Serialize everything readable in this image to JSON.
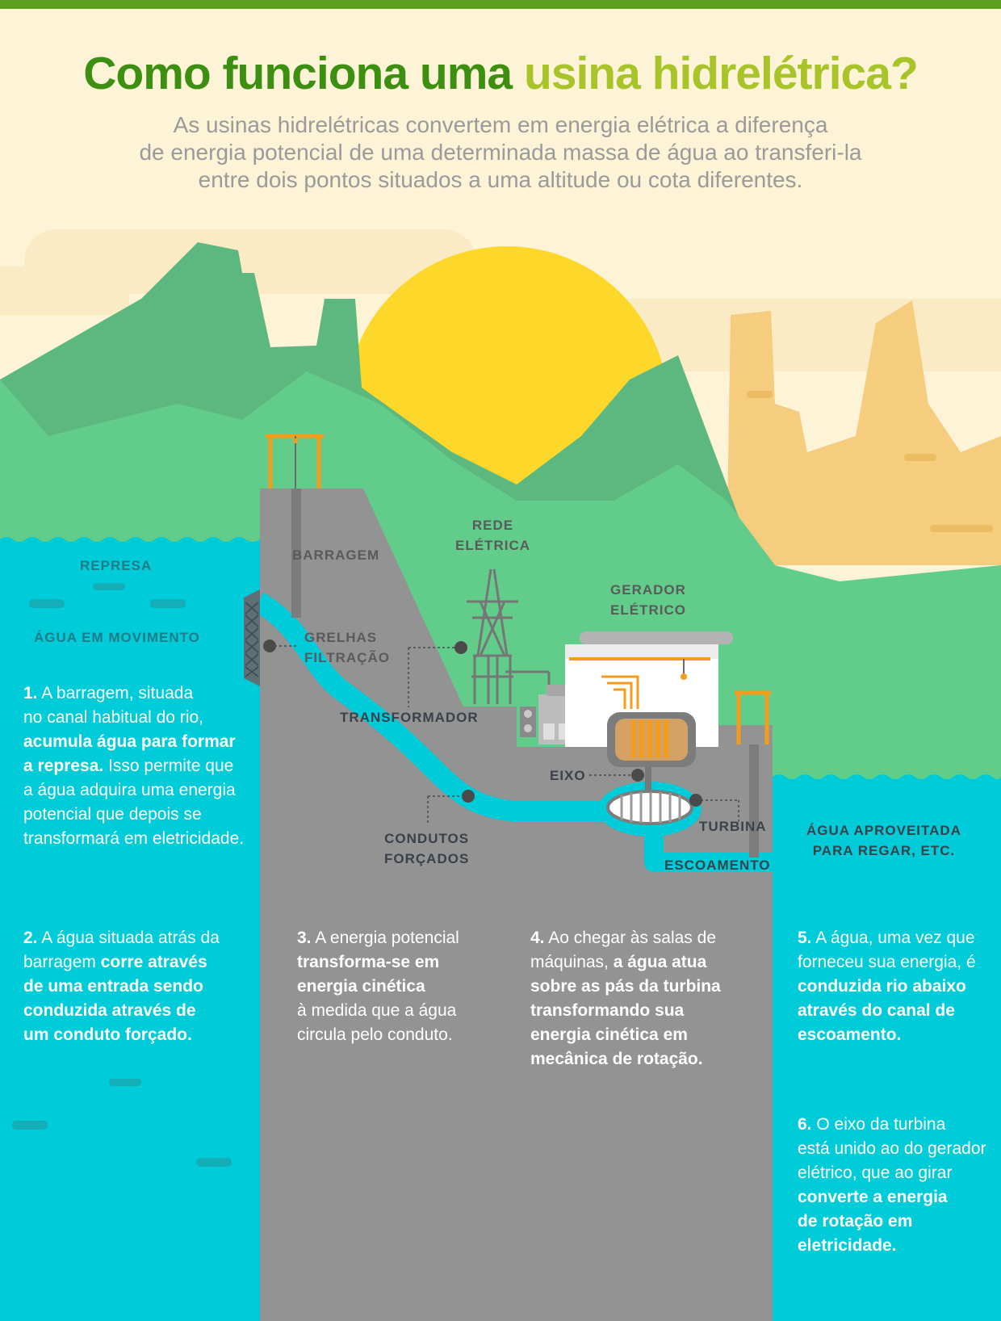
{
  "title": {
    "part1": "Como funciona uma",
    "part2": "usina hidrelétrica?"
  },
  "subtitle": {
    "line1": "As usinas hidrelétricas convertem em energia elétrica a diferença",
    "line2": "de energia potencial de uma determinada massa de água ao transferi-la",
    "line3": "entre dois pontos situados a uma altitude ou cota diferentes."
  },
  "labels": {
    "represa": "REPRESA",
    "agua_movimento": "ÁGUA EM MOVIMENTO",
    "barragem": "BARRAGEM",
    "grelhas_1": "GRELHAS",
    "grelhas_2": "FILTRAÇÃO",
    "rede_1": "REDE",
    "rede_2": "ELÉTRICA",
    "gerador_1": "GERADOR",
    "gerador_2": "ELÉTRICO",
    "transformador": "TRANSFORMADOR",
    "eixo": "EIXO",
    "turbina": "TURBINA",
    "condutos_1": "CONDUTOS",
    "condutos_2": "FORÇADOS",
    "escoamento": "ESCOAMENTO",
    "agua_aproveitada_1": "ÁGUA APROVEITADA",
    "agua_aproveitada_2": "PARA REGAR, ETC."
  },
  "steps": [
    {
      "num": "1.",
      "lines": [
        {
          "t": "A barragem, situada",
          "b": false
        },
        {
          "t": "no canal habitual do rio,",
          "b": false
        },
        {
          "t": "acumula água para formar",
          "b": true
        },
        {
          "t": "a represa.",
          "b": true,
          "rest": " Isso permite que"
        },
        {
          "t": "a água adquira uma energia",
          "b": false
        },
        {
          "t": "potencial que depois se",
          "b": false
        },
        {
          "t": "transformará em eletricidade.",
          "b": false
        }
      ]
    },
    {
      "num": "2.",
      "lines": [
        {
          "t": "A água situada atrás da",
          "b": false
        },
        {
          "t": "barragem ",
          "b": false,
          "bold_tail": "corre através"
        },
        {
          "t": "de uma entrada sendo",
          "b": true
        },
        {
          "t": "conduzida através de",
          "b": true
        },
        {
          "t": "um conduto forçado.",
          "b": true
        }
      ]
    },
    {
      "num": "3.",
      "lines": [
        {
          "t": "A energia potencial",
          "b": false
        },
        {
          "t": "transforma-se em",
          "b": true
        },
        {
          "t": "energia cinética",
          "b": true
        },
        {
          "t": "à medida que a água",
          "b": false
        },
        {
          "t": "circula pelo conduto.",
          "b": false
        }
      ]
    },
    {
      "num": "4.",
      "lines": [
        {
          "t": "Ao chegar às salas de",
          "b": false
        },
        {
          "t": "máquinas, ",
          "b": false,
          "bold_tail": "a água atua"
        },
        {
          "t": "sobre as pás da turbina",
          "b": true
        },
        {
          "t": "transformando sua",
          "b": true
        },
        {
          "t": "energia cinética em",
          "b": true
        },
        {
          "t": "mecânica de rotação.",
          "b": true
        }
      ]
    },
    {
      "num": "5.",
      "lines": [
        {
          "t": "A água, uma vez que",
          "b": false
        },
        {
          "t": "forneceu sua energia, é",
          "b": false
        },
        {
          "t": "conduzida rio abaixo",
          "b": true
        },
        {
          "t": "através do canal de",
          "b": true
        },
        {
          "t": "escoamento.",
          "b": true
        }
      ]
    },
    {
      "num": "6.",
      "lines": [
        {
          "t": "O eixo da turbina",
          "b": false
        },
        {
          "t": "está unido ao do gerador",
          "b": false
        },
        {
          "t": "elétrico, que ao girar",
          "b": false
        },
        {
          "t": "converte a energia",
          "b": true
        },
        {
          "t": "de rotação em",
          "b": true
        },
        {
          "t": "eletricidade.",
          "b": true
        }
      ]
    }
  ],
  "colors": {
    "sky": "#fdf3d6",
    "top_bar": "#5e9e1f",
    "title_dark": "#3d8f12",
    "title_light": "#a9c42a",
    "sun": "#fdd82b",
    "mountain_dark": "#5cb87e",
    "mountain_light": "#62cd8b",
    "desert": "#f6cc7f",
    "water": "#00ccd9",
    "concrete": "#939393",
    "orange": "#f39c1e"
  }
}
